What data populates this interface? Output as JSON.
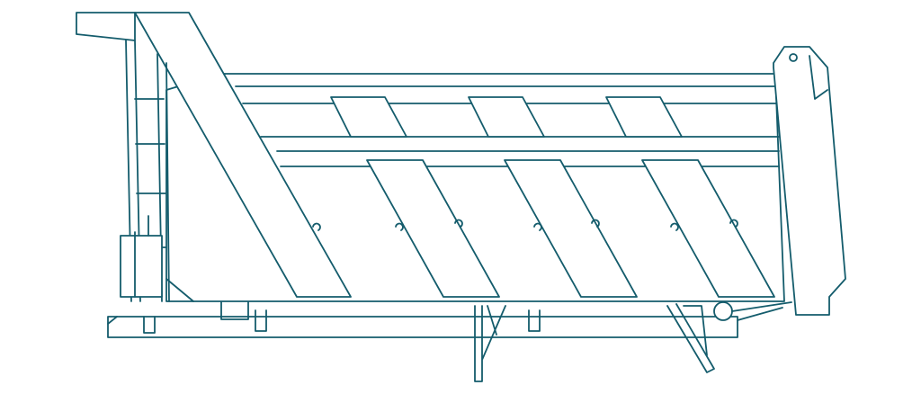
{
  "drawing": {
    "subject": "dump-truck-body",
    "stroke_color": "#145c6c",
    "background_color": "#ffffff",
    "upper_plate_count": 3,
    "lower_plate_count": 3
  }
}
